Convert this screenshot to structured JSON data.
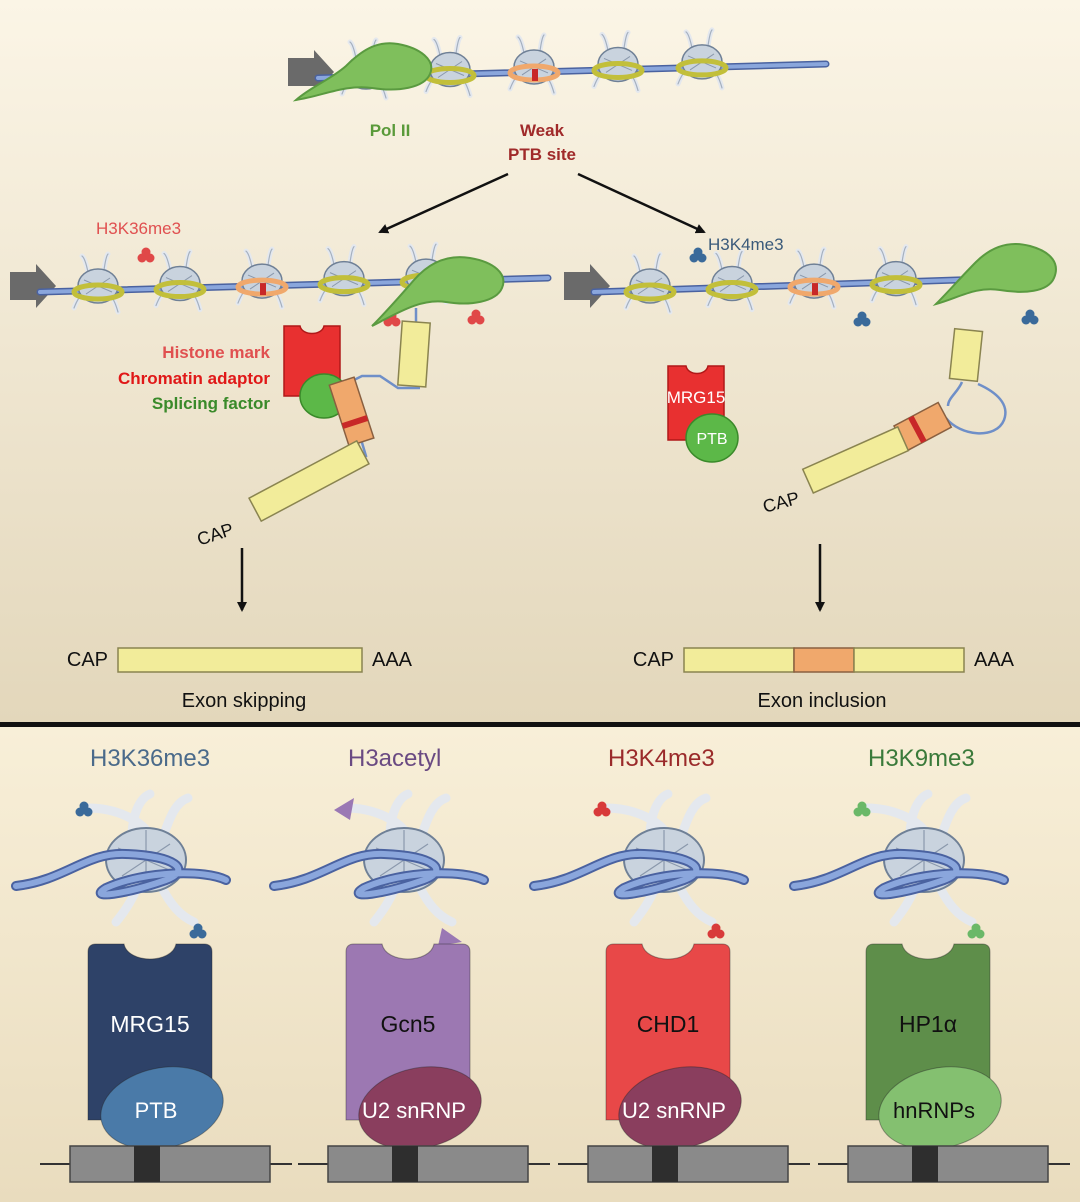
{
  "top": {
    "labels": {
      "pol2": "Pol II",
      "weak_line1": "Weak",
      "weak_line2": "PTB site",
      "h3k36me3": "H3K36me3",
      "h3k4me3": "H3K4me3",
      "histone_mark": "Histone mark",
      "chromatin_adaptor": "Chromatin adaptor",
      "splicing_factor": "Splicing factor",
      "mrg15": "MRG15",
      "ptb": "PTB",
      "cap": "CAP",
      "aaa": "AAA",
      "exon_skipping": "Exon skipping",
      "exon_inclusion": "Exon inclusion"
    }
  },
  "bottom": {
    "panels": [
      {
        "mark": "H3K36me3",
        "mark_color": "#4a6a8a",
        "tail_color": "#3a6a9a",
        "adaptor": "MRG15",
        "adaptor_color": "#2e4268",
        "factor": "PTB",
        "factor_color": "#4a7aa8",
        "tip": "blob"
      },
      {
        "mark": "H3acetyl",
        "mark_color": "#6a4a82",
        "tail_color": "#9a78b4",
        "adaptor": "Gcn5",
        "adaptor_color": "#9c78b2",
        "factor": "U2 snRNP",
        "factor_color": "#8a3e5e",
        "tip": "arrow"
      },
      {
        "mark": "H3K4me3",
        "mark_color": "#9a2a2a",
        "tail_color": "#d83a3a",
        "adaptor": "CHD1",
        "adaptor_color": "#e84848",
        "factor": "U2 snRNP",
        "factor_color": "#8a3e5e",
        "tip": "blob"
      },
      {
        "mark": "H3K9me3",
        "mark_color": "#3a7a3a",
        "tail_color": "#6ab868",
        "adaptor": "HP1α",
        "adaptor_color": "#5e8e4a",
        "factor": "hnRNPs",
        "factor_color": "#84c070",
        "tip": "blob"
      }
    ]
  },
  "colors": {
    "background": "#efe3c8",
    "pol2": "#7fbf5c",
    "exon_yellow": "#f2ec9a",
    "exon_orange": "#f0a86c",
    "ptb_site": "#c82828",
    "adaptor_red": "#e83030",
    "dna": "#6f8fc8",
    "nucleosome": "#c9d3de",
    "h3k36me3_label": "#e05050",
    "h3k4me3_label": "#3a5a7a",
    "histone_mark_label": "#e05050",
    "chromatin_adaptor_label": "#e01818",
    "splicing_factor_label": "#3a8a2a",
    "weak_label": "#a02a2a",
    "pol2_label": "#5a9a3a"
  }
}
